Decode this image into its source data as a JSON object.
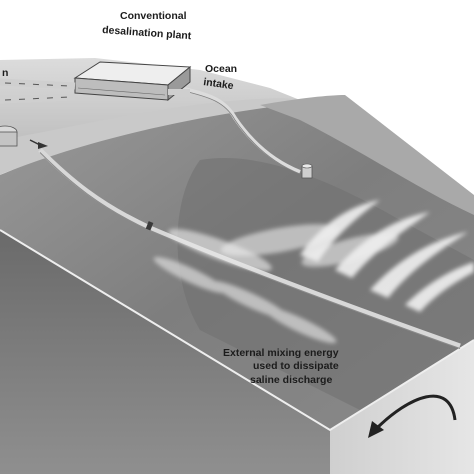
{
  "labels": {
    "cut_left": "n",
    "plant_line1": "Conventional",
    "plant_line2": "desalination plant",
    "intake_line1": "Ocean",
    "intake_line2": "intake",
    "mixing_line1": "External mixing energy",
    "mixing_line2": "used to dissipate",
    "mixing_line3": "saline discharge"
  }
}
